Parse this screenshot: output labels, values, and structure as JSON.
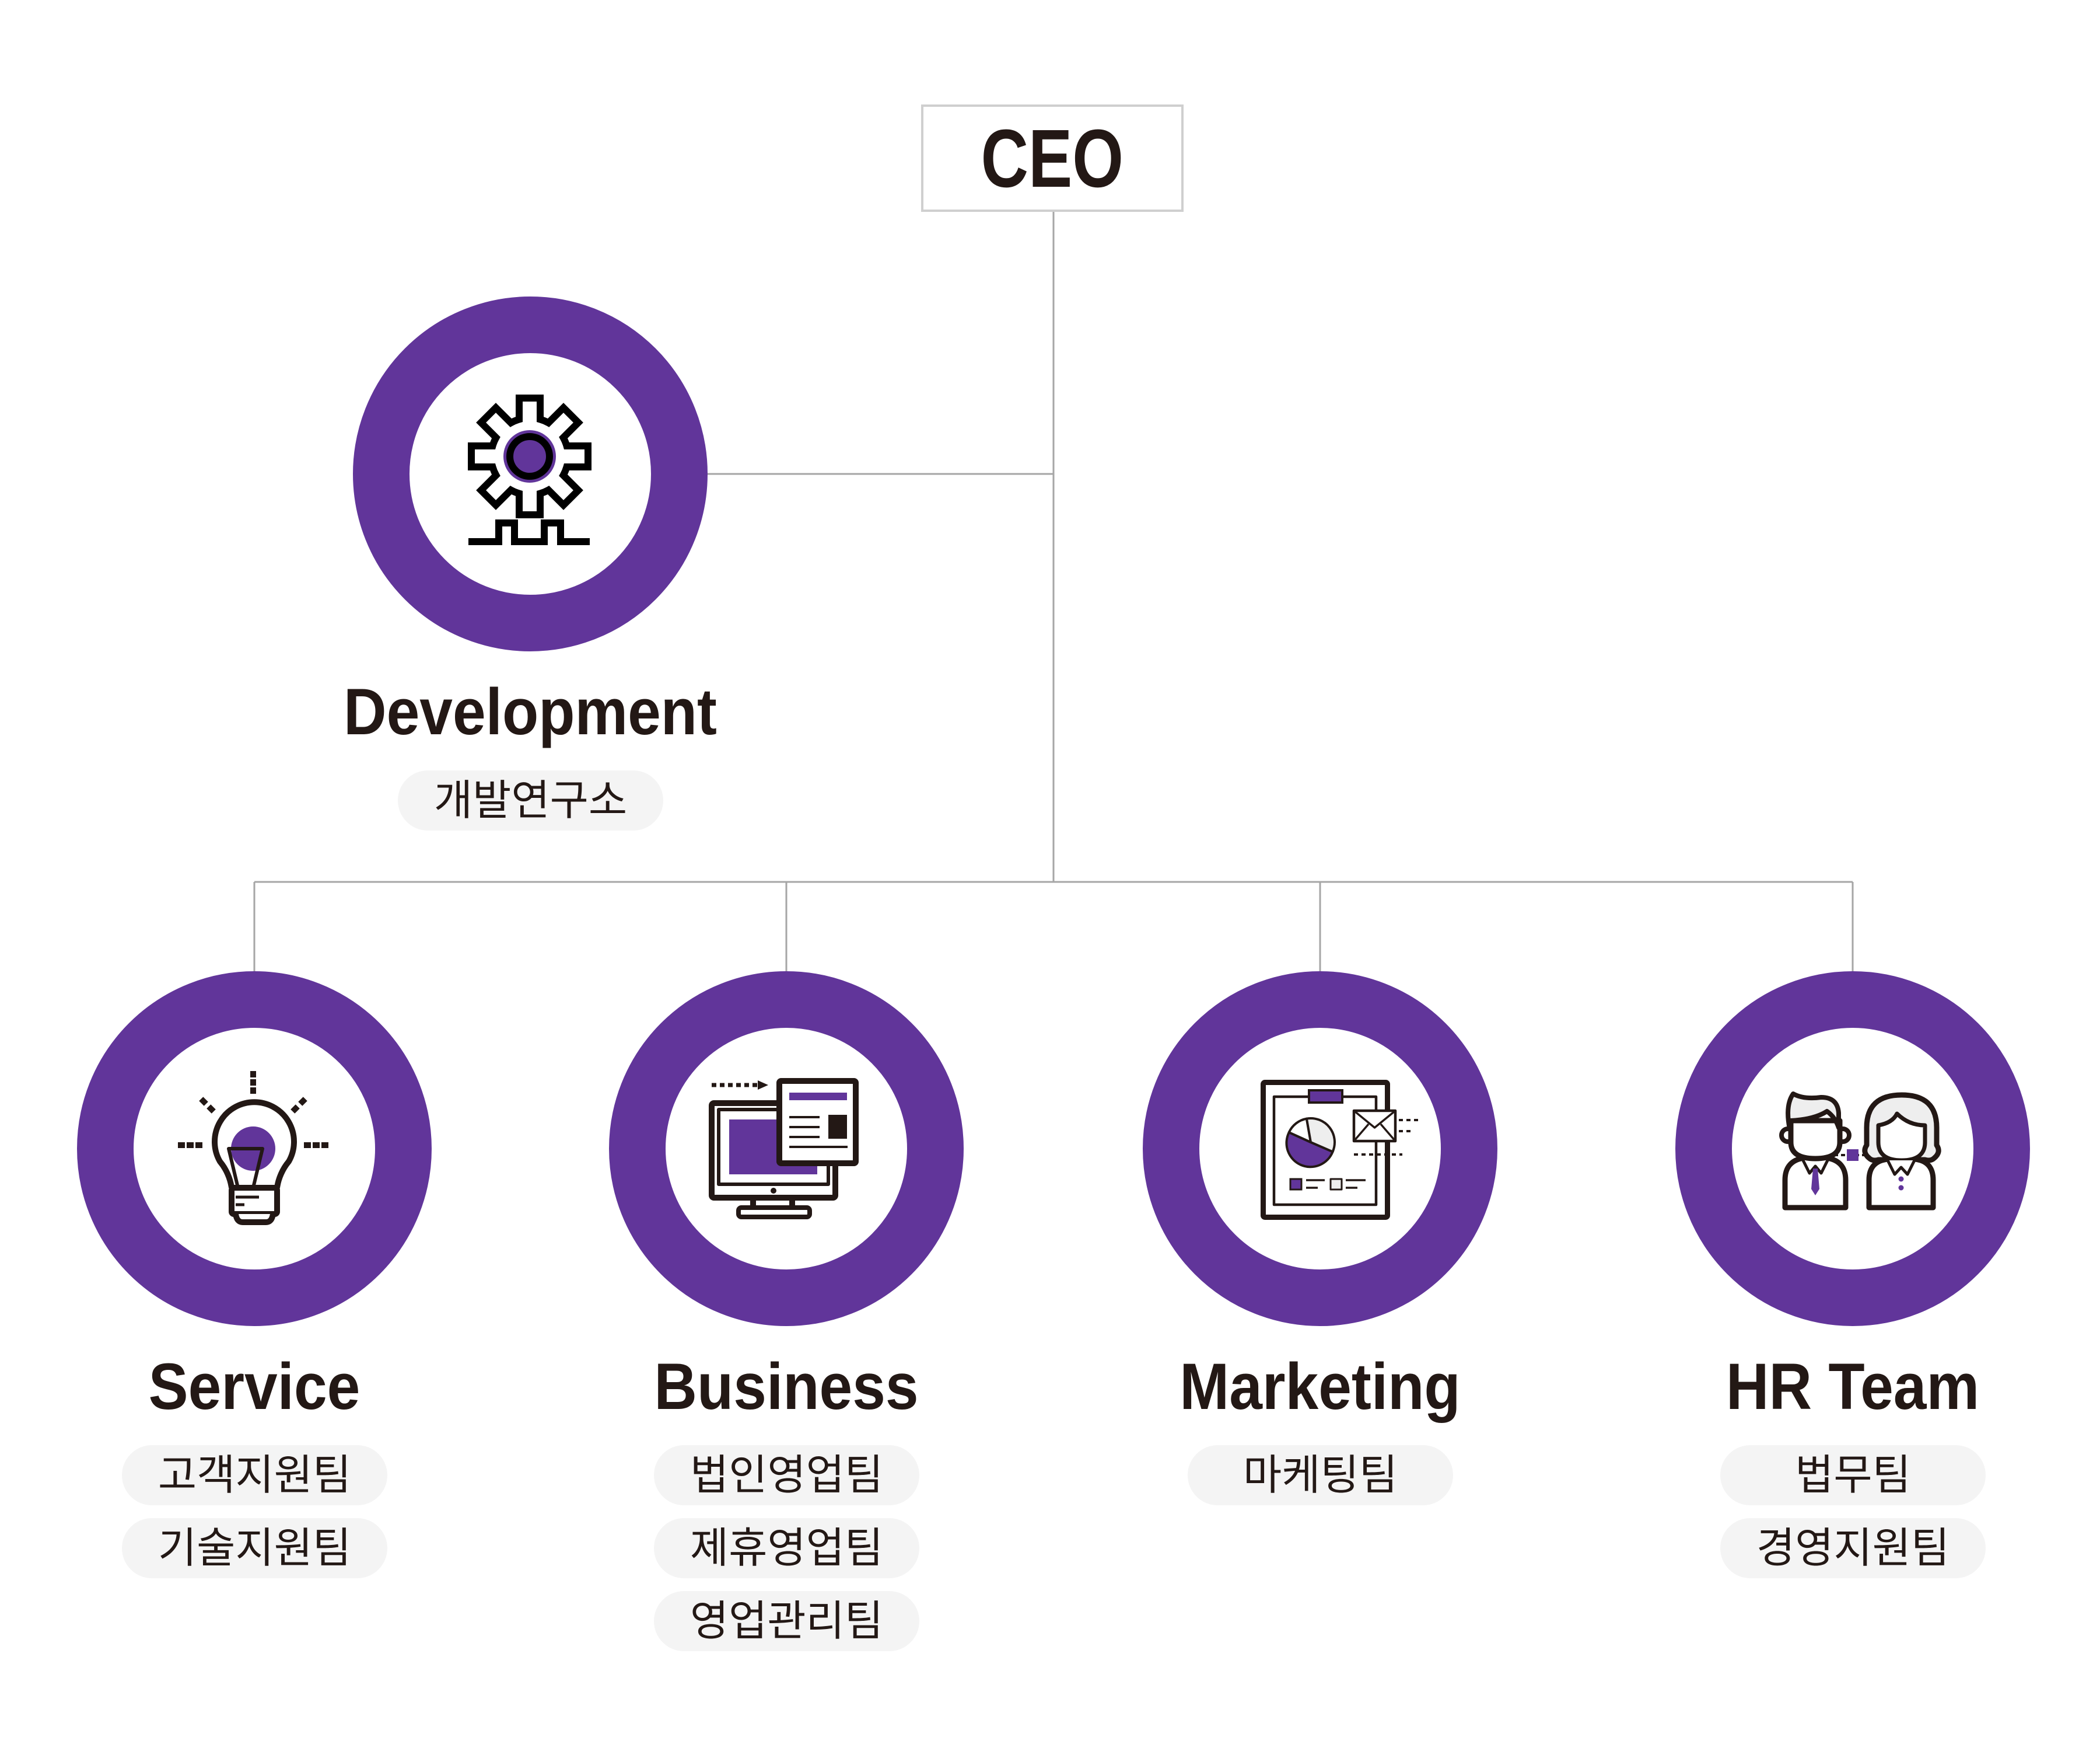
{
  "colors": {
    "accent": "#61359a",
    "line": "#a6a6a6",
    "text": "#231815",
    "pill_bg": "#f4f4f4",
    "ceo_border": "#cfcfcf",
    "icon_ink": "#231815"
  },
  "ceo": {
    "label": "CEO"
  },
  "development": {
    "title": "Development",
    "icon": "gear-icon",
    "teams": [
      "개발연구소"
    ]
  },
  "departments": [
    {
      "title": "Service",
      "icon": "lightbulb-icon",
      "teams": [
        "고객지원팀",
        "기술지원팀"
      ]
    },
    {
      "title": "Business",
      "icon": "monitor-document-icon",
      "teams": [
        "법인영업팀",
        "제휴영업팀",
        "영업관리팀"
      ]
    },
    {
      "title": "Marketing",
      "icon": "report-chart-icon",
      "teams": [
        "마케팅팀"
      ]
    },
    {
      "title": "HR Team",
      "icon": "people-icon",
      "teams": [
        "법무팀",
        "경영지원팀"
      ]
    }
  ]
}
